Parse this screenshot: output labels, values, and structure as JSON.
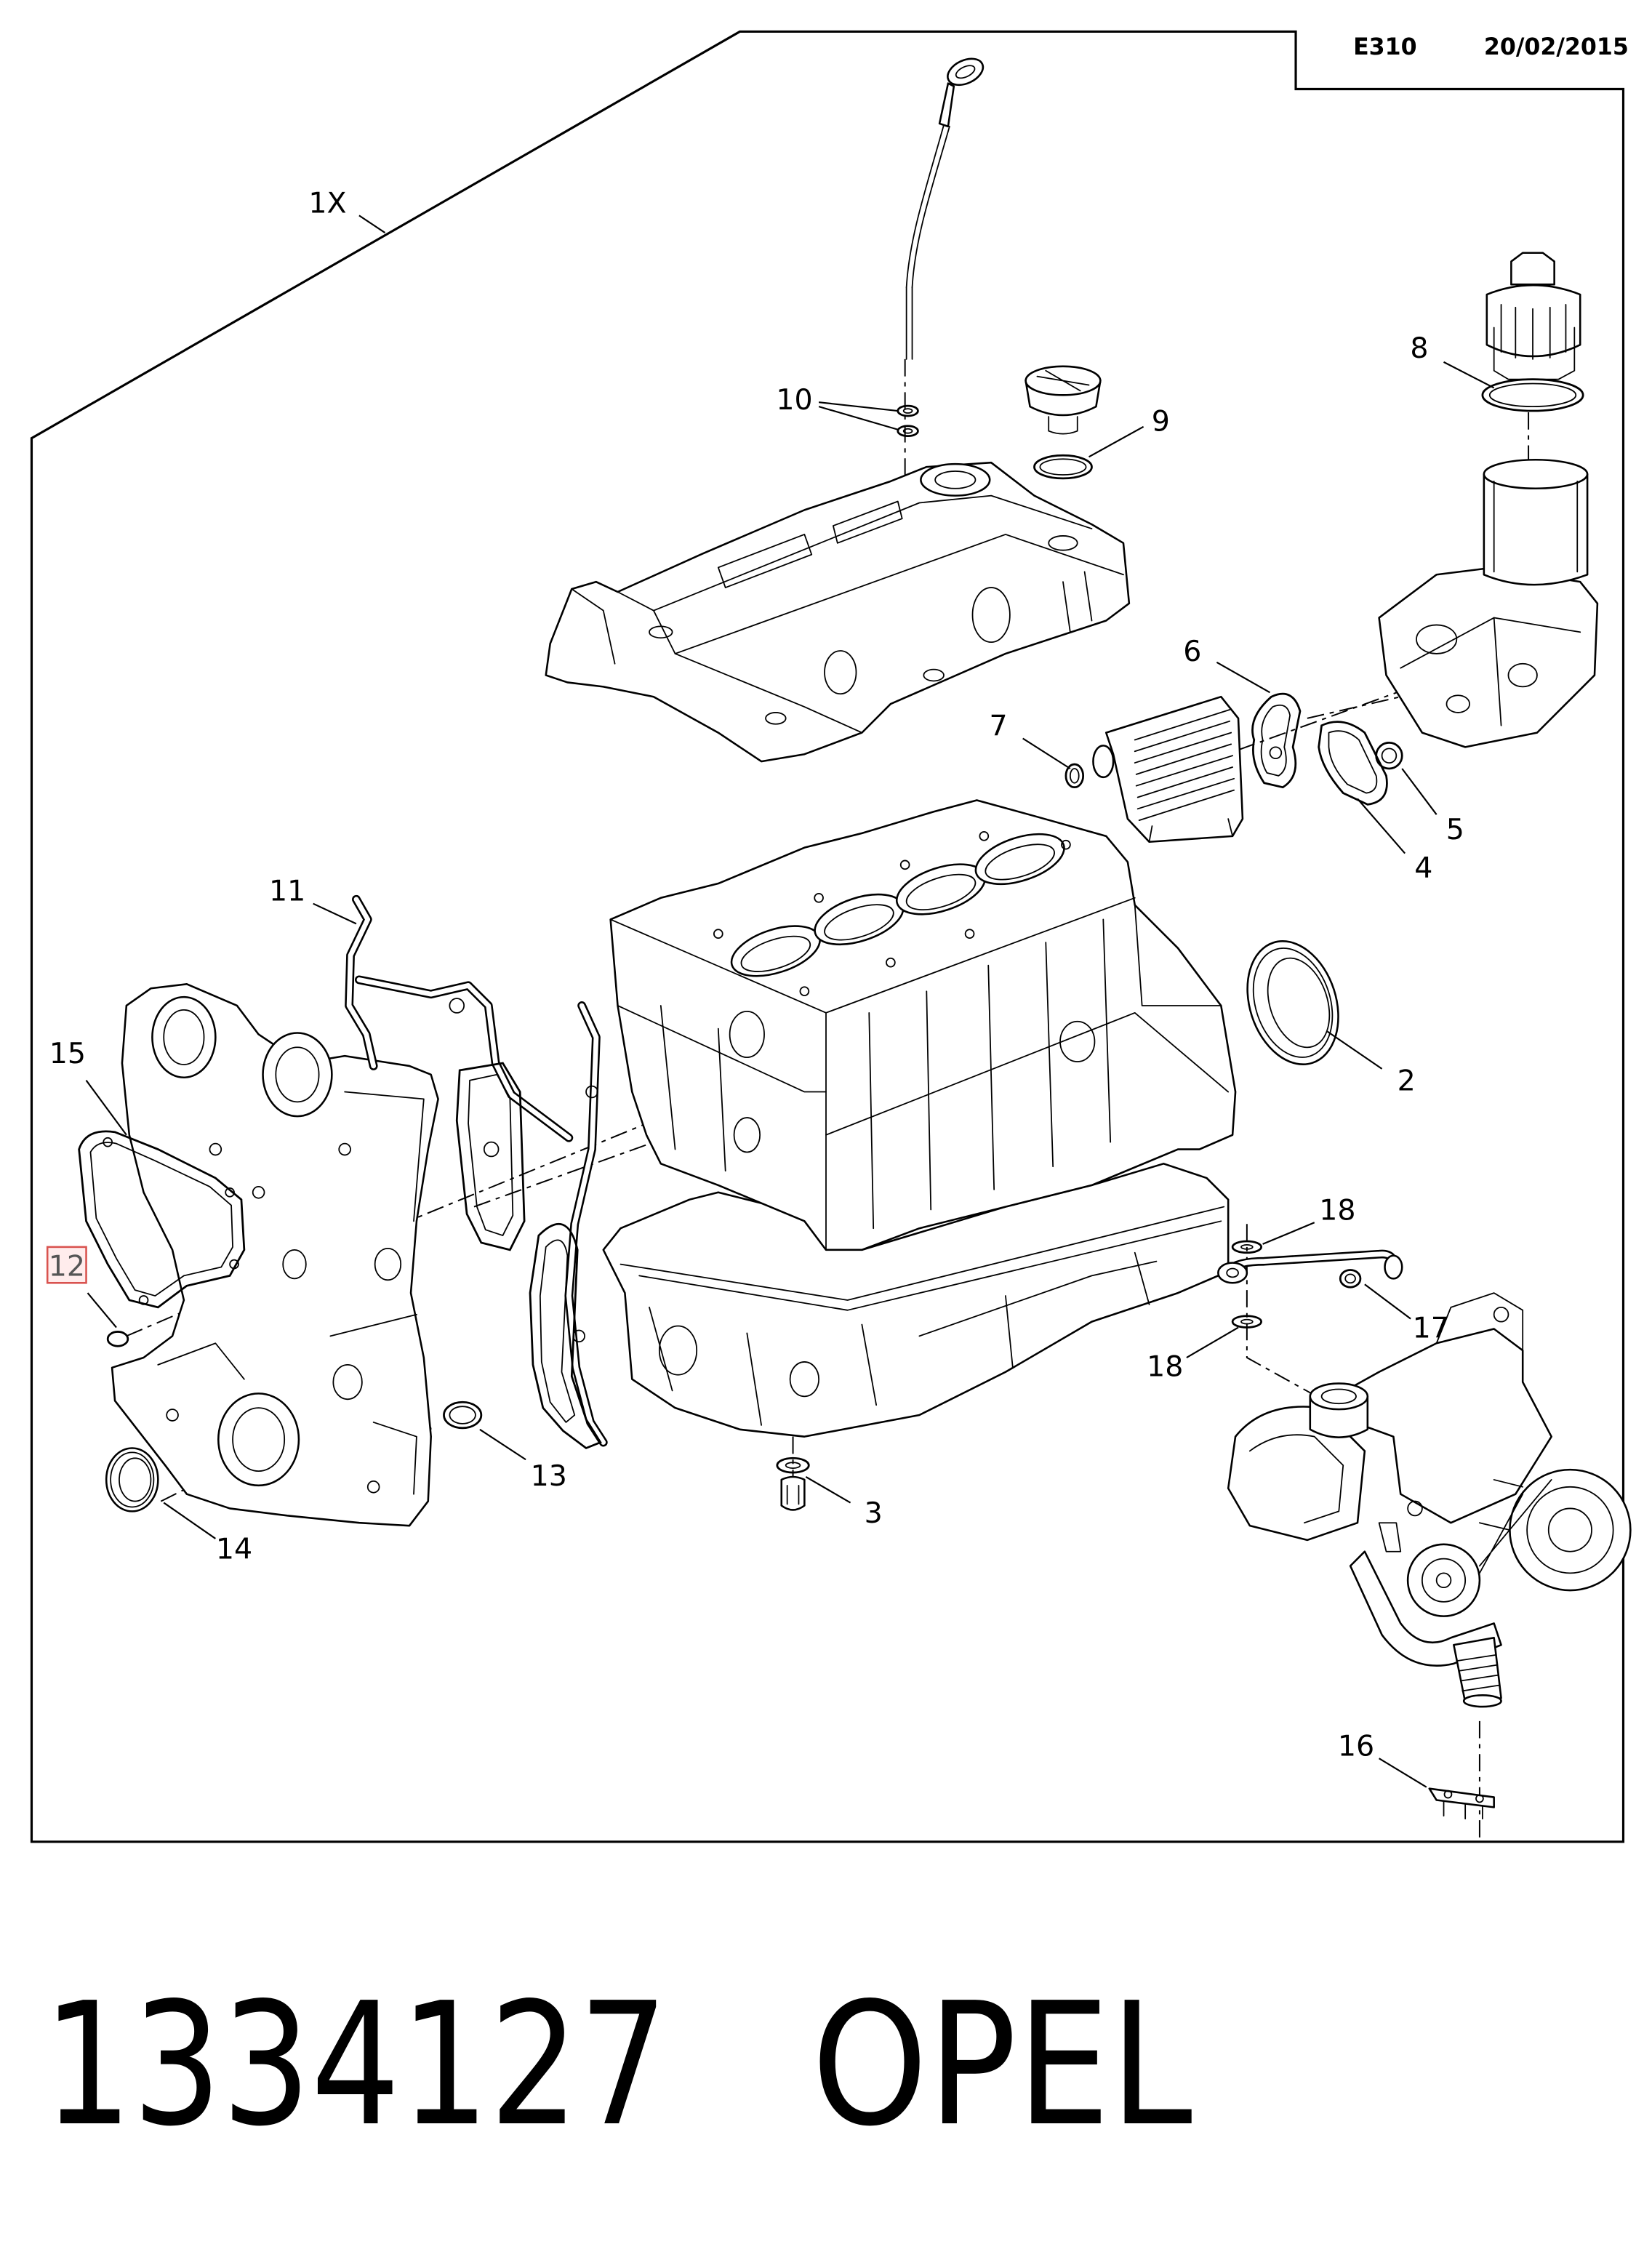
{
  "header": {
    "code": "E310",
    "date": "20/02/2015"
  },
  "callouts": [
    {
      "label": "1X"
    },
    {
      "label": "10"
    },
    {
      "label": "9"
    },
    {
      "label": "8"
    },
    {
      "label": "6"
    },
    {
      "label": "7"
    },
    {
      "label": "5"
    },
    {
      "label": "4"
    },
    {
      "label": "11"
    },
    {
      "label": "15"
    },
    {
      "label": "2"
    },
    {
      "label": "18"
    },
    {
      "label": "12",
      "highlighted": true
    },
    {
      "label": "17"
    },
    {
      "label": "18"
    },
    {
      "label": "13"
    },
    {
      "label": "3"
    },
    {
      "label": "14"
    },
    {
      "label": "16"
    }
  ],
  "colors": {
    "line": "#000000",
    "background": "#ffffff",
    "highlight_box_stroke": "#d9534f",
    "highlight_box_fill": "#ffecec"
  },
  "footer": {
    "part_number": "1334127",
    "brand": "OPEL"
  }
}
